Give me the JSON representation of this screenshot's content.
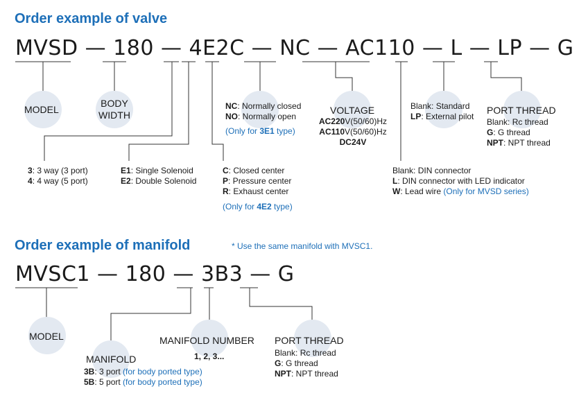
{
  "valve": {
    "title": "Order example of valve",
    "code": {
      "model": "MVSD",
      "sep": "—",
      "body": "180",
      "type": "4E2C",
      "coil": "NC",
      "voltage": "AC110",
      "light": "L",
      "pilot": "LP",
      "thread": "G"
    },
    "model_label": "MODEL",
    "body_width_label": [
      "BODY",
      "WIDTH"
    ],
    "ways": [
      {
        "code": "3",
        "text": ": 3 way (3 port)"
      },
      {
        "code": "4",
        "text": ": 4 way (5 port)"
      }
    ],
    "solenoid": [
      {
        "code": "E1",
        "text": ": Single Solenoid"
      },
      {
        "code": "E2",
        "text": ": Double Solenoid"
      }
    ],
    "center": [
      {
        "code": "C",
        "text": ": Closed center"
      },
      {
        "code": "P",
        "text": ": Pressure center"
      },
      {
        "code": "R",
        "text": ": Exhaust center"
      }
    ],
    "center_note": {
      "pre": "(Only for ",
      "code": "4E2",
      "post": " type)"
    },
    "normal": [
      {
        "code": "NC",
        "text": ": Normally closed"
      },
      {
        "code": "NO",
        "text": ": Normally open"
      }
    ],
    "normal_note": {
      "pre": "(Only for ",
      "code": "3E1",
      "post": " type)"
    },
    "voltage_label": "VOLTAGE",
    "voltages": [
      {
        "pre": "AC",
        "num": "220",
        "post": "V(50/60)Hz"
      },
      {
        "pre": "AC",
        "num": "110",
        "post": "V(50/60)Hz"
      },
      {
        "pre": "DC",
        "num": "24",
        "post": "V"
      }
    ],
    "connector": [
      {
        "code": "Blank",
        "text": ": DIN connector"
      },
      {
        "code": "L",
        "text": ": DIN connector with LED indicator"
      },
      {
        "code": "W",
        "text": ": Lead wire "
      }
    ],
    "connector_note": "(Only for MVSD series)",
    "pilot_opts": [
      {
        "code": "Blank",
        "text": ": Standard"
      },
      {
        "code": "LP",
        "text": ": External pilot"
      }
    ],
    "port_label": "PORT THREAD",
    "port_opts": [
      {
        "code": "Blank",
        "text": ": Rc thread"
      },
      {
        "code": "G",
        "text": ": G thread"
      },
      {
        "code": "NPT",
        "text": ": NPT thread"
      }
    ]
  },
  "manifold": {
    "title": "Order example of manifold",
    "note": "* Use the same manifold with MVSC1.",
    "code": {
      "model": "MVSC1",
      "sep": "—",
      "body": "180",
      "stations": "3B3",
      "thread": "G"
    },
    "model_label": "MODEL",
    "manifold_label": "MANIFOLD",
    "manifold_opts": [
      {
        "code": "3B",
        "text": ": 3 port ",
        "note": "(for body ported type)"
      },
      {
        "code": "5B",
        "text": ": 5 port ",
        "note": "(for body ported type)"
      }
    ],
    "number_label": "MANIFOLD NUMBER",
    "number_value": "1, 2, 3...",
    "port_label": "PORT THREAD",
    "port_opts": [
      {
        "code": "Blank",
        "text": ": Rc thread"
      },
      {
        "code": "G",
        "text": ": G thread"
      },
      {
        "code": "NPT",
        "text": ": NPT thread"
      }
    ]
  }
}
